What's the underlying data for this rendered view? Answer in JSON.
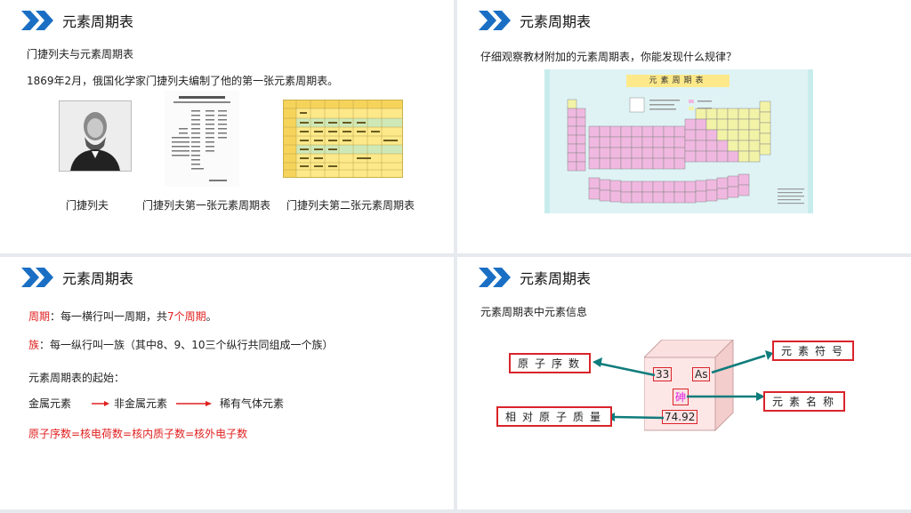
{
  "slides": [
    {
      "title": "元素周期表",
      "subtitle": "门捷列夫与元素周期表",
      "body": "1869年2月，俄国化学家门捷列夫编制了他的第一张元素周期表。",
      "captions": [
        "门捷列夫",
        "门捷列夫第一张元素周期表",
        "门捷列夫第二张元素周期表"
      ],
      "image_icons": [
        "portrait-icon",
        "document-icon",
        "periodic-table-icon"
      ]
    },
    {
      "title": "元素周期表",
      "question": "仔细观察教材附加的元素周期表，你能发现什么规律？",
      "image_title": "元素周期表"
    },
    {
      "title": "元素周期表",
      "period_label": "周期",
      "period_text": "：每一横行叫一周期，共",
      "period_count": "7个周期",
      "period_end": "。",
      "group_label": "族",
      "group_text": "：每一纵行叫一族（其中8、9、10三个纵行共同组成一个族）",
      "start_label": "元素周期表的起始：",
      "sequence": [
        "金属元素",
        "非金属元素",
        "稀有气体元素"
      ],
      "formula": "原子序数=核电荷数=核内质子数=核外电子数"
    },
    {
      "title": "元素周期表",
      "intro": "元素周期表中元素信息",
      "atomic_number_label": "原子序数",
      "symbol_label": "元素符号",
      "name_label": "元素名称",
      "mass_label": "相对原子质量",
      "atomic_number": "33",
      "symbol": "As",
      "name": "砷",
      "mass": "74.92"
    }
  ],
  "colors": {
    "accent": "#1a6fc4",
    "highlight": "#e02020",
    "box_border": "#d9242b",
    "arrow": "#0f7c7c",
    "name_color": "#e020e0"
  }
}
